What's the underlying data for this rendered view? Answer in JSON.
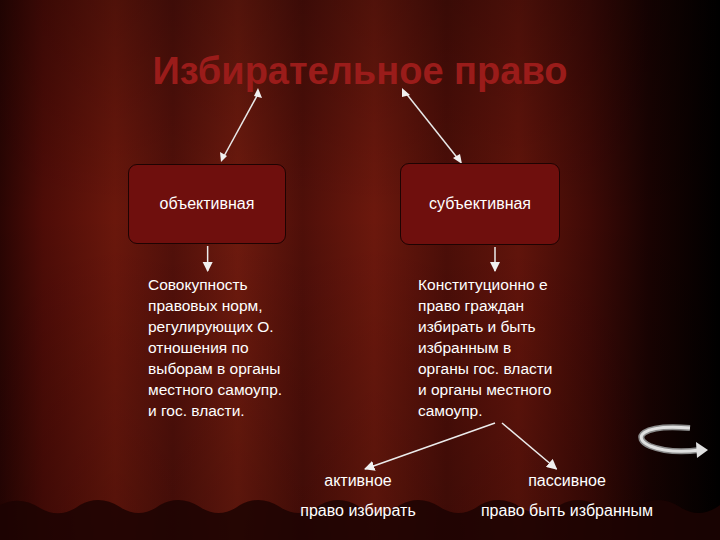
{
  "diagram": {
    "title": "Избирательное право",
    "nodes": [
      {
        "text": [
          "объективная"
        ]
      },
      {
        "text": [
          "субъективная"
        ]
      },
      {
        "text": [
          "Совокупность правовых норм, регулирующих О. отношения по выборам в органы местного самоупр. и гос. власти."
        ]
      },
      {
        "text": [
          "Конституционно е право граждан избирать и быть избранным в органы гос. власти и органы местного самоупр."
        ]
      },
      {
        "text": [
          "активное",
          "право избирать"
        ]
      },
      {
        "text": [
          "пассивное",
          "право быть избранным"
        ]
      }
    ],
    "edges": [
      {
        "from": 0,
        "to": 2,
        "arrow": "to"
      },
      {
        "from": 1,
        "to": 3,
        "arrow": "to"
      },
      {
        "from": 3,
        "to": 4,
        "arrow": "to"
      },
      {
        "from": 3,
        "to": 5,
        "arrow": "to"
      }
    ]
  }
}
